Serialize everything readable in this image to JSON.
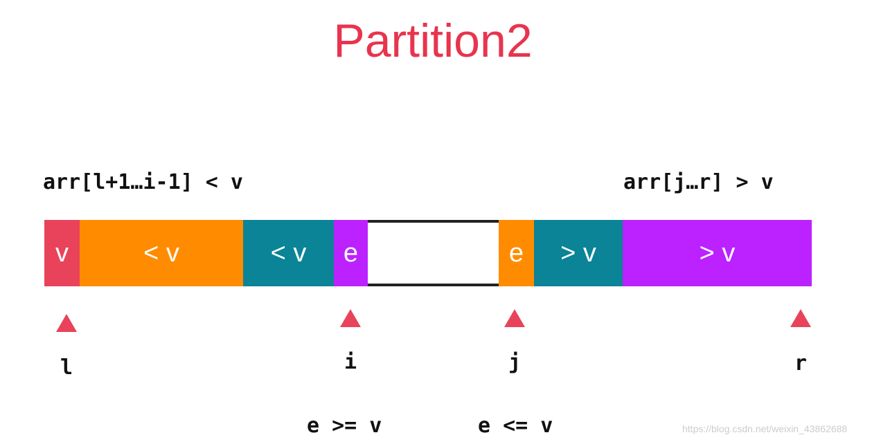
{
  "title": "Partition2",
  "left_label": "arr[l+1…i-1] < v",
  "right_label": "arr[j…r] > v",
  "segments": [
    {
      "label": "v",
      "color": "#E8435A"
    },
    {
      "label": "< v",
      "color": "#FF8C00"
    },
    {
      "label": "< v",
      "color": "#0A8496"
    },
    {
      "label": "e",
      "color": "#BB22FF"
    },
    {
      "label": "",
      "color": "#FFFFFF"
    },
    {
      "label": "e",
      "color": "#FF8C00"
    },
    {
      "label": "> v",
      "color": "#0A8496"
    },
    {
      "label": "> v",
      "color": "#BB22FF"
    }
  ],
  "pointers": [
    "l",
    "i",
    "j",
    "r"
  ],
  "conditions": {
    "i": "e >= v",
    "j": "e <= v"
  },
  "watermark": "https://blog.csdn.net/weixin_43862688"
}
